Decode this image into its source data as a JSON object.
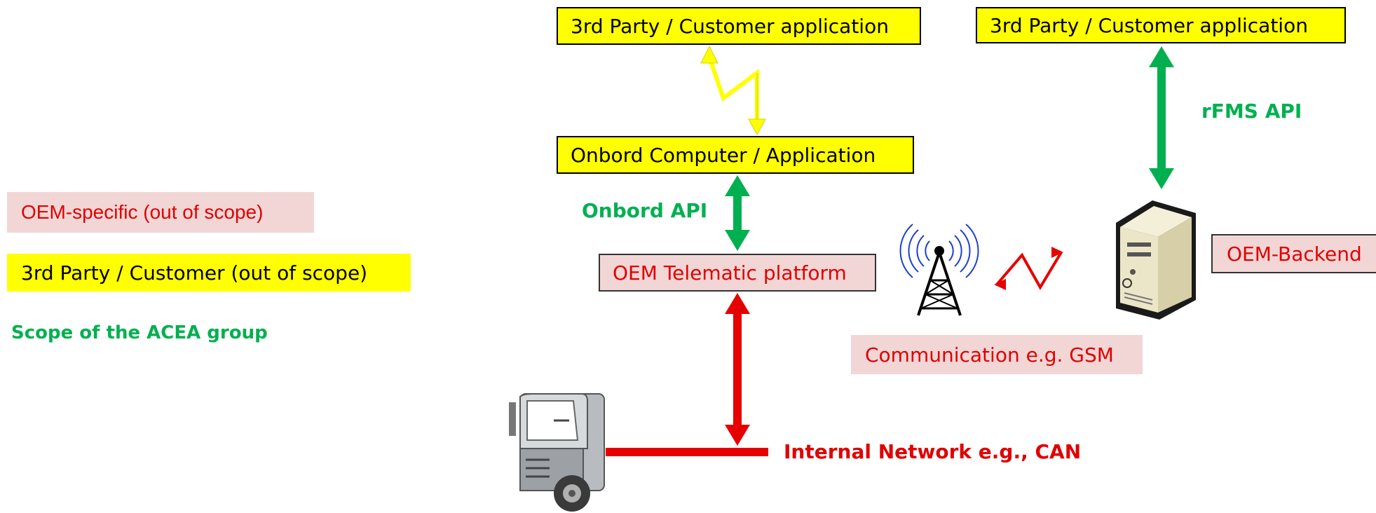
{
  "legend": {
    "oem_specific": "OEM-specific (out of scope)",
    "third_party": "3rd Party / Customer (out of scope)",
    "acea_scope": "Scope of the ACEA group"
  },
  "boxes": {
    "app_left": "3rd Party / Customer application",
    "app_right": "3rd Party / Customer application",
    "onboard_computer": "Onbord Computer / Application",
    "telematic_platform": "OEM Telematic platform",
    "oem_backend": "OEM-Backend",
    "communication": "Communication e.g. GSM"
  },
  "labels": {
    "onboard_api": "Onbord API",
    "rfms_api": "rFMS API",
    "internal_network": "Internal Network e.g., CAN"
  },
  "colors": {
    "scope_green": "#00b050",
    "oem_red": "#e00000",
    "oem_fill": "#f2d6d6",
    "third_party_yellow": "#ffff00"
  }
}
